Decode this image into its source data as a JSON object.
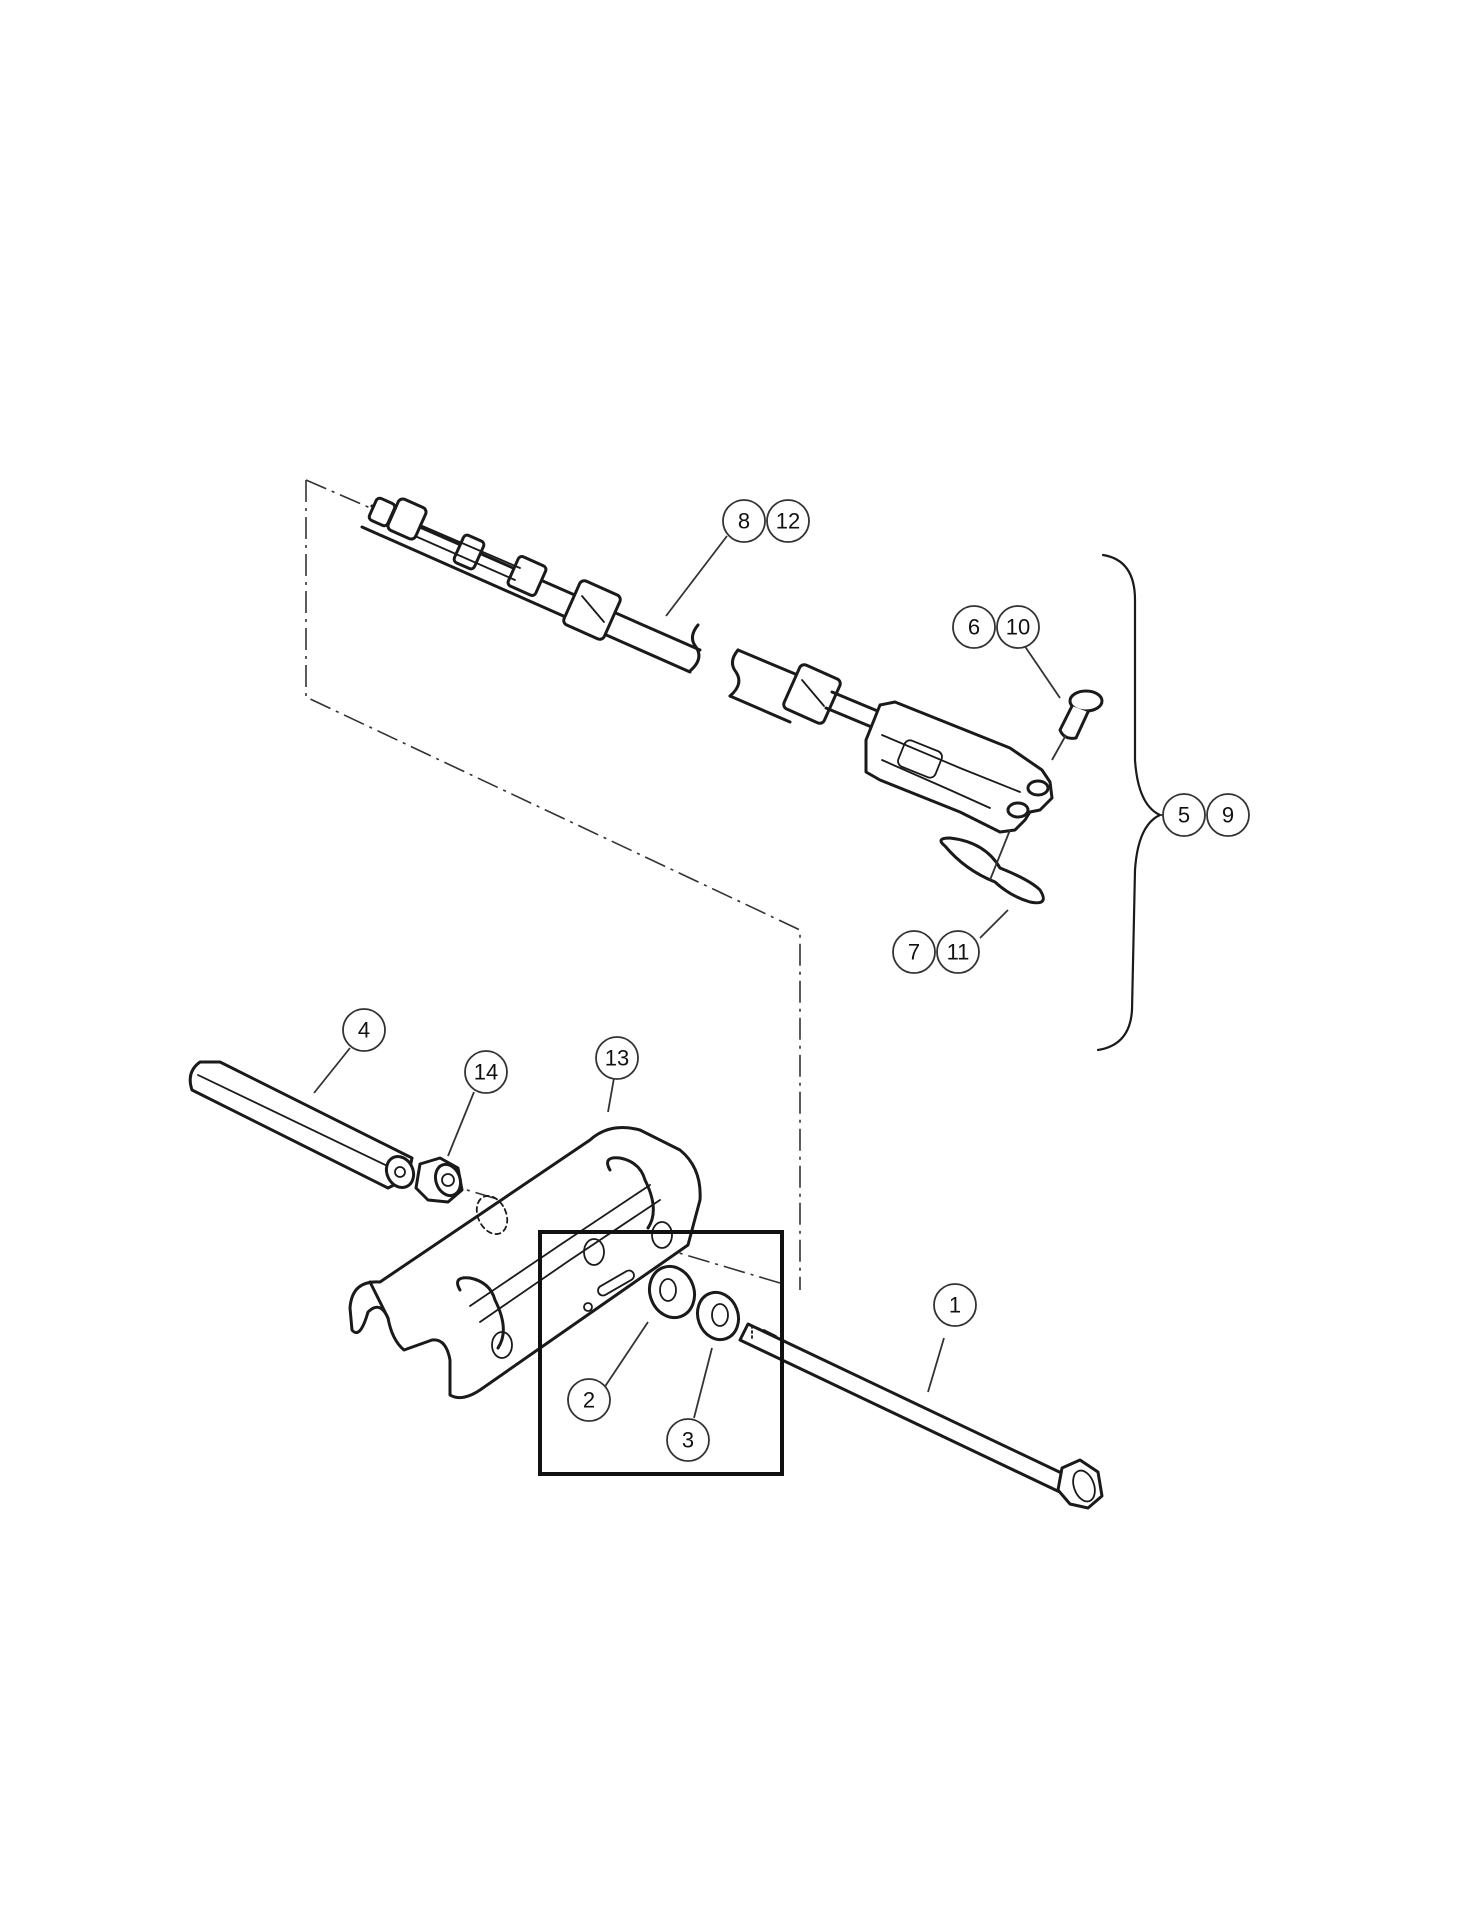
{
  "diagram": {
    "type": "exploded parts diagram",
    "callouts": [
      {
        "id": "c1",
        "label": "1",
        "part": "bolt"
      },
      {
        "id": "c2",
        "label": "2",
        "part": "spacer"
      },
      {
        "id": "c3",
        "label": "3",
        "part": "washer"
      },
      {
        "id": "c4",
        "label": "4",
        "part": "hex rod"
      },
      {
        "id": "c5",
        "label": "5",
        "part": "cable assembly"
      },
      {
        "id": "c6",
        "label": "6",
        "part": "clevis pin"
      },
      {
        "id": "c7",
        "label": "7",
        "part": "hair pin clip"
      },
      {
        "id": "c8",
        "label": "8",
        "part": "cable"
      },
      {
        "id": "c9",
        "label": "9",
        "part": "cable assembly"
      },
      {
        "id": "c10",
        "label": "10",
        "part": "clevis pin"
      },
      {
        "id": "c11",
        "label": "11",
        "part": "hair pin clip"
      },
      {
        "id": "c12",
        "label": "12",
        "part": "cable"
      },
      {
        "id": "c13",
        "label": "13",
        "part": "bracket"
      },
      {
        "id": "c14",
        "label": "14",
        "part": "nut"
      }
    ],
    "highlight_box": {
      "contains": [
        "2",
        "3"
      ],
      "color": "#111111"
    }
  }
}
